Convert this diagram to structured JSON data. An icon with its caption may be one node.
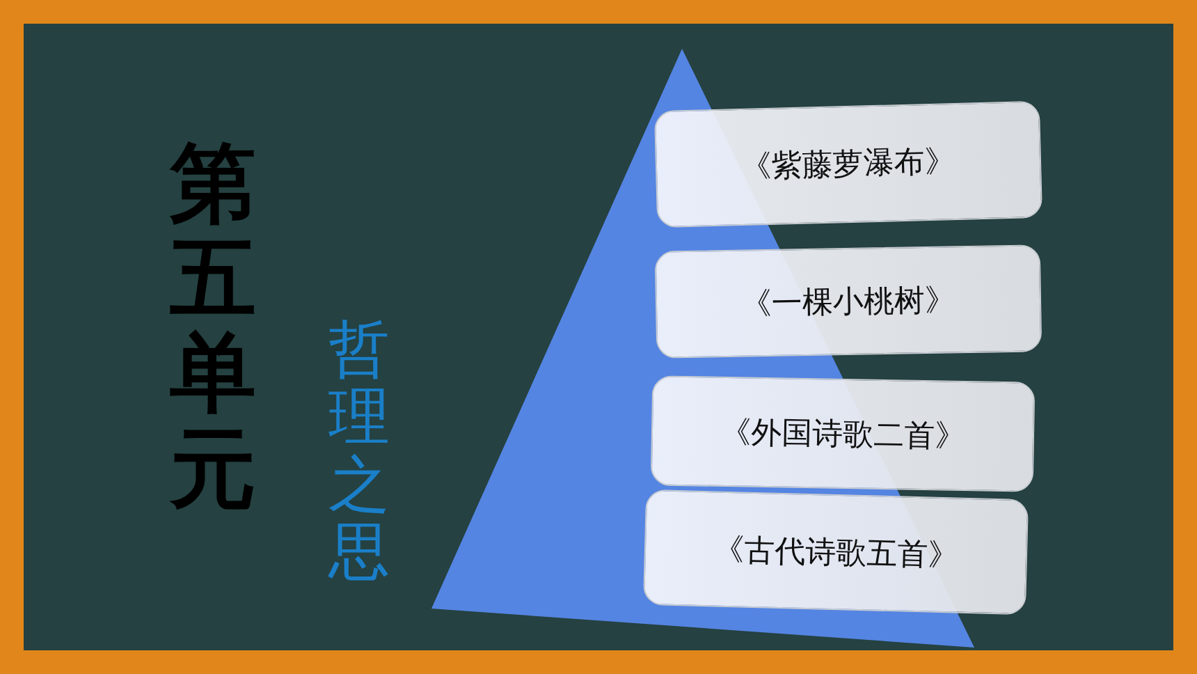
{
  "diagram": {
    "title": "第五单元",
    "nodes": [
      {
        "text": [
          "《紫藤萝瀑布》"
        ]
      },
      {
        "text": [
          "《一棵小桃树》"
        ]
      },
      {
        "text": [
          "《外国诗歌二首》"
        ]
      },
      {
        "text": [
          "《古代诗歌五首》"
        ]
      }
    ],
    "labels": [
      "哲理之思"
    ]
  }
}
